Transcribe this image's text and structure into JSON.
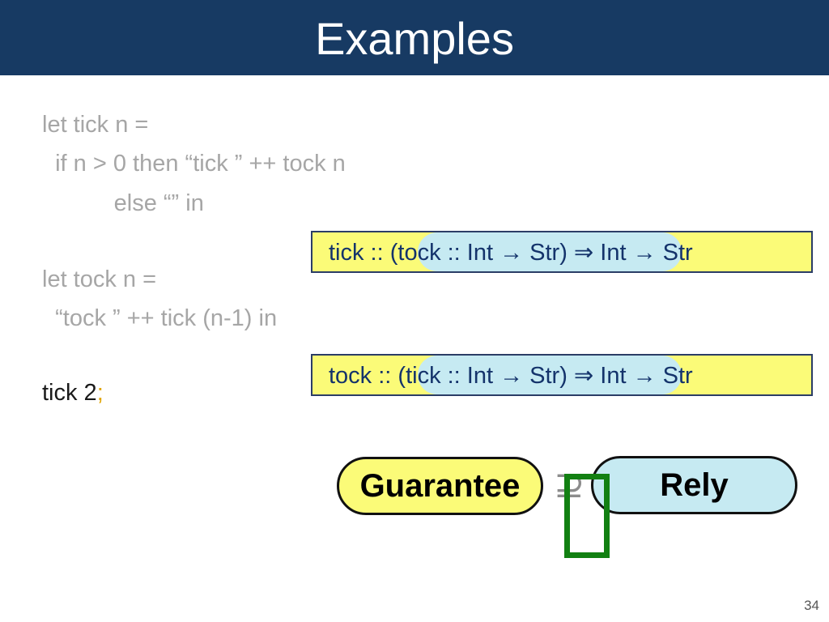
{
  "slide": {
    "title": "Examples",
    "page_number": "34"
  },
  "code": {
    "line1": "let tick n =",
    "line2": "  if n > 0 then “tick ” ++ tock n",
    "line3": "           else “” in",
    "line4": "let tock n =",
    "line5": "  “tock ” ++ tick (n-1) in",
    "line6": "tick 2",
    "line6_semicolon": ";"
  },
  "types": {
    "tick": "tick :: (tock :: Int → Str) ⇒ Int → Str",
    "tock": "tock :: (tick :: Int → Str) ⇒ Int → Str"
  },
  "relation": {
    "guarantee": "Guarantee",
    "symbol": "⊇",
    "rely": "Rely"
  },
  "colors": {
    "header": "#173a63",
    "yellow": "#fbfb78",
    "highlight": "#c6eaf2",
    "check": "#128012"
  },
  "icons": {
    "check": "check-icon"
  }
}
